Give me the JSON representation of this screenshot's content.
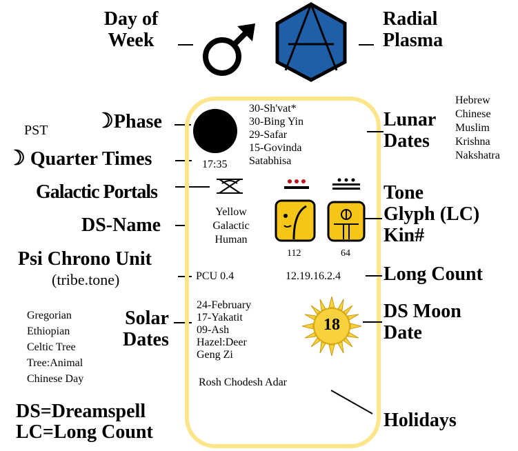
{
  "labels": {
    "day_of_week": "Day of\nWeek",
    "radial_plasma": "Radial\nPlasma",
    "phase": "Phase",
    "pst": "PST",
    "quarter_times": "Quarter Times",
    "galactic_portals": "Galactic Portals",
    "ds_name": "DS-Name",
    "psi_chrono_unit": "Psi Chrono Unit",
    "tribe_tone": "(tribe.tone)",
    "solar_dates": "Solar\nDates",
    "legend_ds": "DS=Dreamspell",
    "legend_lc": "LC=Long Count",
    "lunar_dates": "Lunar\nDates",
    "tone_glyph_kin": "Tone\nGlyph (LC)\nKin#",
    "long_count": "Long Count",
    "ds_moon_date": "DS Moon\nDate",
    "holidays": "Holidays"
  },
  "lunar_calendars": [
    "Hebrew",
    "Chinese",
    "Muslim",
    "Krishna",
    "Nakshatra"
  ],
  "solar_calendars": [
    "Gregorian",
    "Ethiopian",
    "Celtic Tree",
    "Tree:Animal",
    "Chinese Day"
  ],
  "card": {
    "lunar_dates": [
      "30-Sh'vat*",
      "30-Bing Yin",
      "29-Safar",
      "15-Govinda",
      "Satabhisa"
    ],
    "quarter_time": "17:35",
    "ds_name": [
      "Yellow",
      "Galactic",
      "Human"
    ],
    "kin_number": "112",
    "lc_number": "64",
    "pcu": "PCU 0.4",
    "long_count": "12.19.16.2.4",
    "solar_dates": [
      "24-February",
      "17-Yakatit",
      "09-Ash",
      "Hazel:Deer",
      "Geng Zi"
    ],
    "moon_date": "18",
    "holiday": "Rosh Chodesh Adar"
  },
  "colors": {
    "card_border": "#fde58c",
    "glyph_fill": "#f5c518",
    "plasma_fill": "#1f5fa8",
    "sun_fill": "#f7d23e",
    "tone_dots": "#c0141c"
  },
  "icons": {
    "day_of_week": "mars-symbol-icon",
    "radial_plasma": "hexagon-plasma-icon",
    "phase": "crescent-moon-icon",
    "phase_glyph": "new-moon-disc-icon",
    "portal": "galactic-portal-icon",
    "sun": "sun-icon"
  }
}
